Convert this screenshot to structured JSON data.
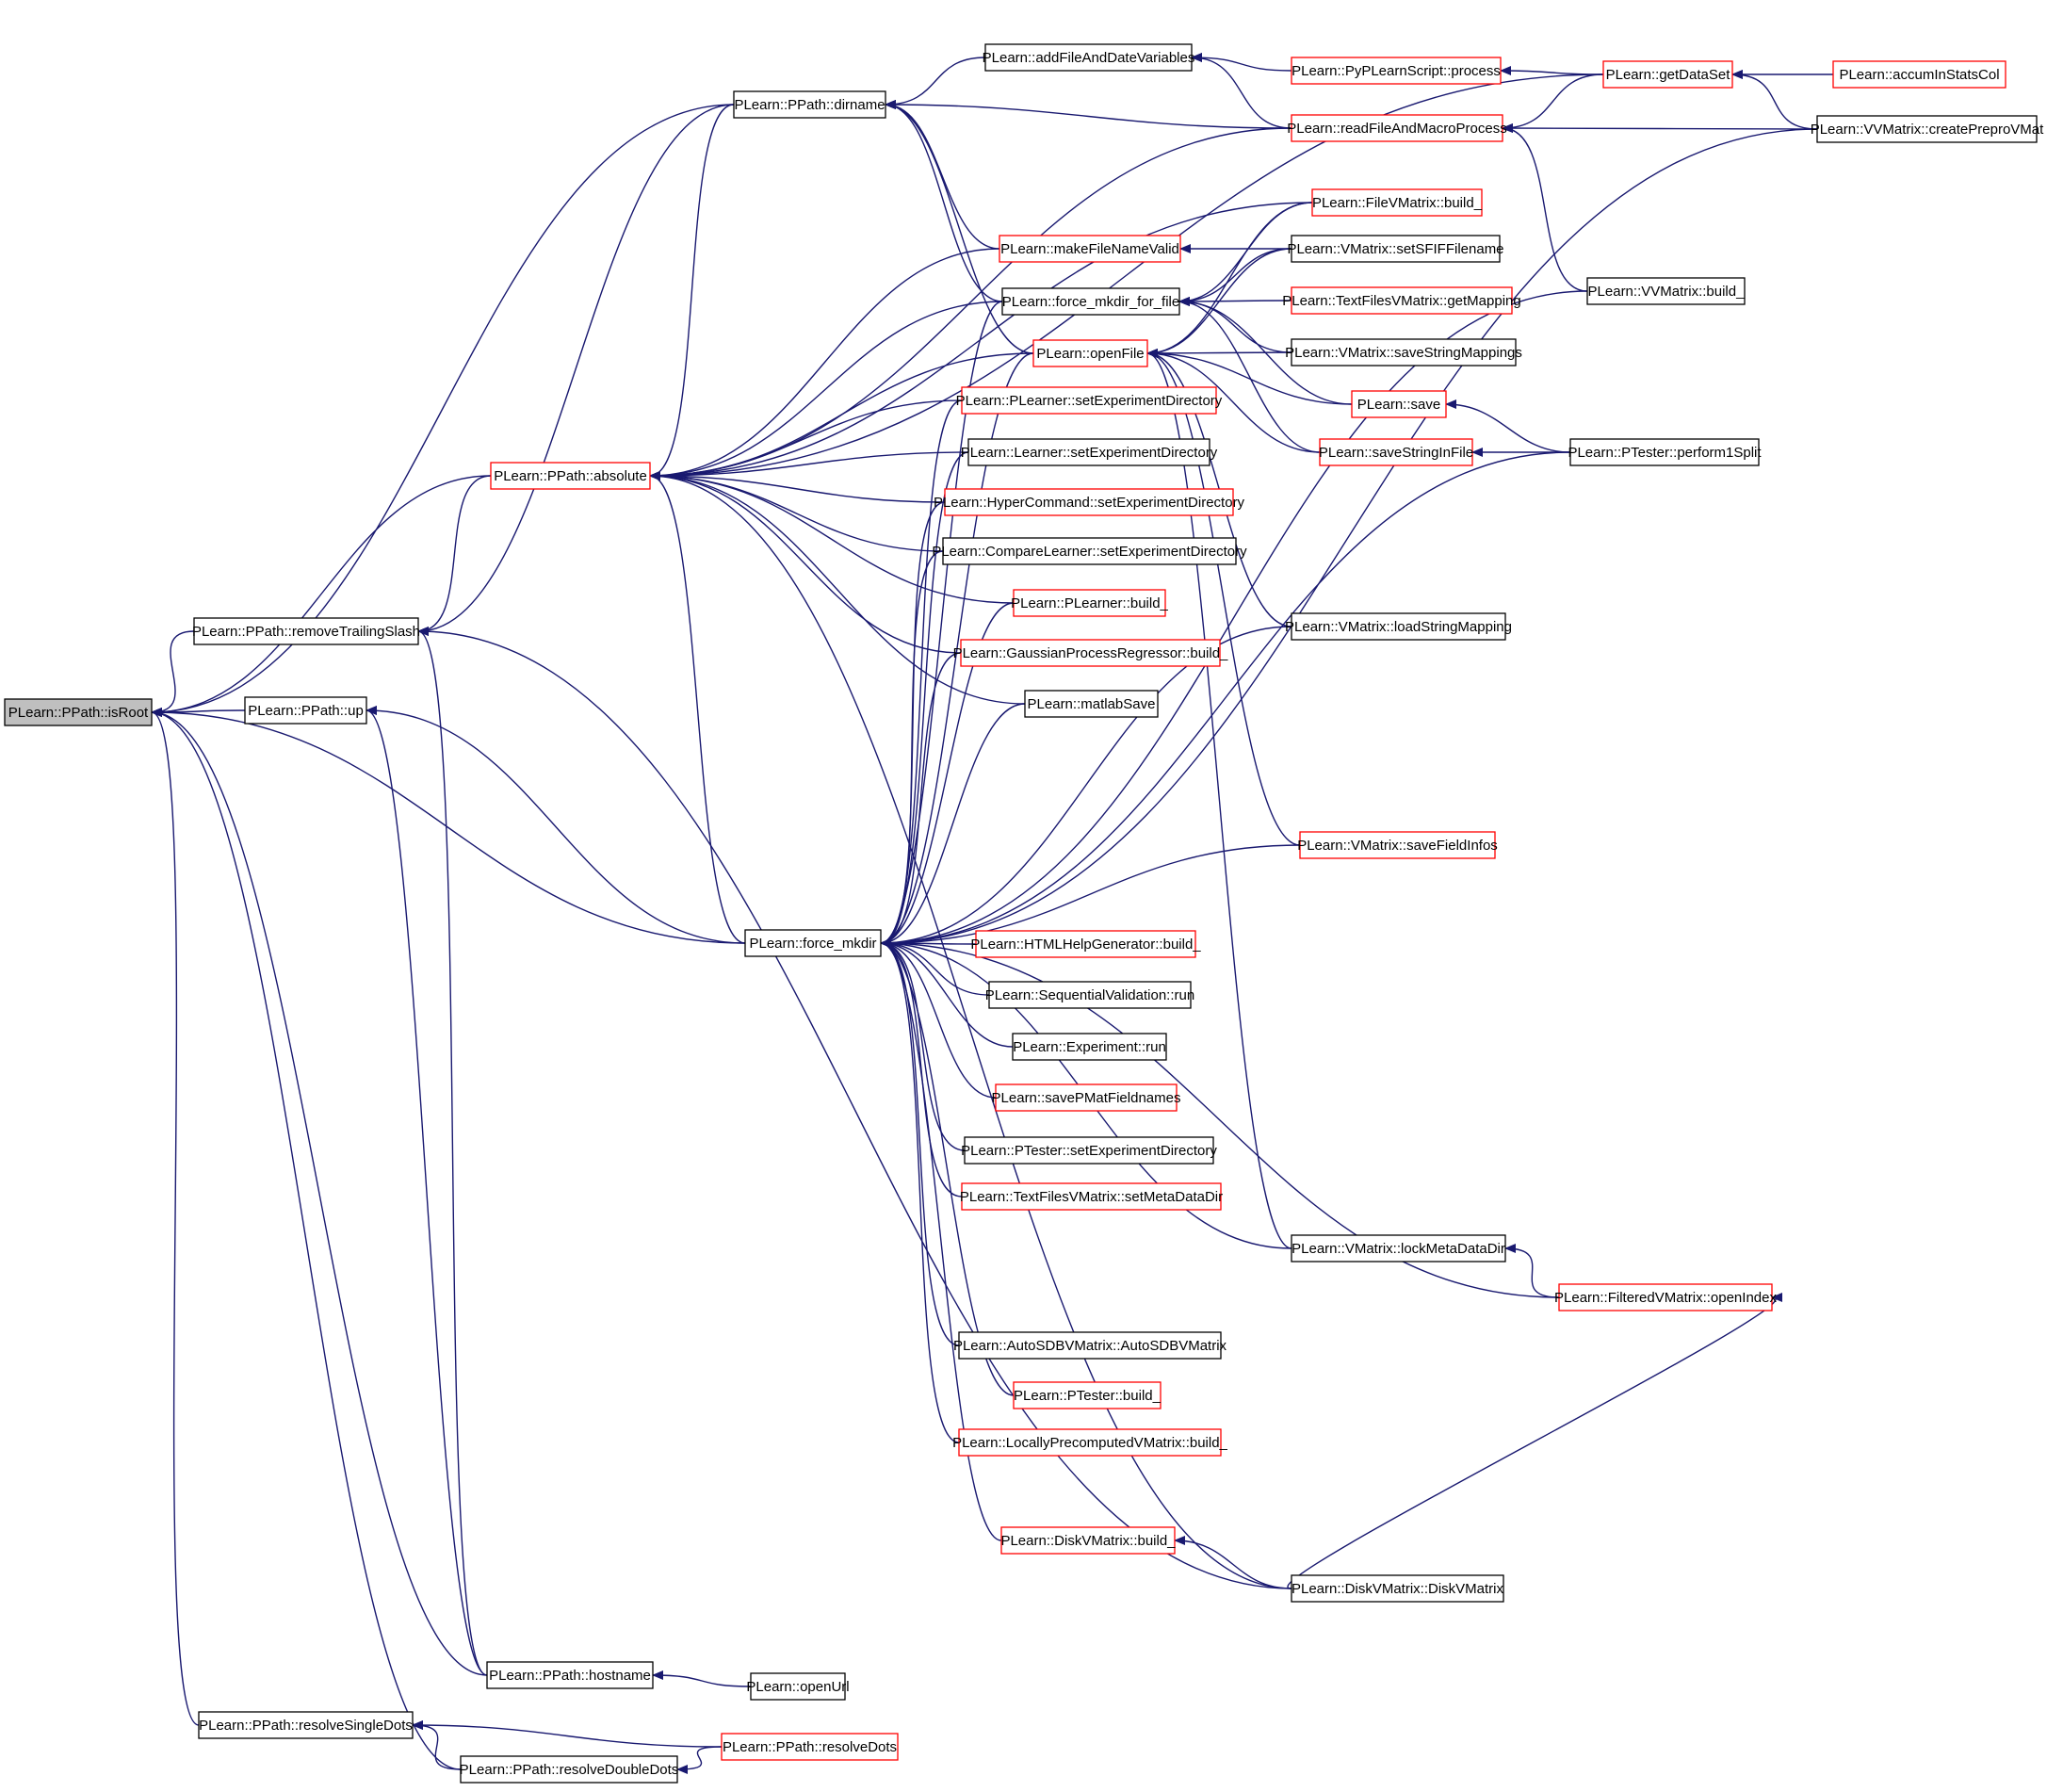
{
  "colors": {
    "edge": "#191970",
    "border_ok": "#000000",
    "border_truncated": "#ff0000",
    "root_fill": "#bfbfbf",
    "fill": "#ffffff"
  },
  "nodes": [
    {
      "id": "isRoot",
      "label": "PLearn::PPath::isRoot",
      "style": "root"
    },
    {
      "id": "removeTrailingSlash",
      "label": "PLearn::PPath::removeTrailingSlash",
      "style": "black"
    },
    {
      "id": "up",
      "label": "PLearn::PPath::up",
      "style": "black"
    },
    {
      "id": "resolveSingleDots",
      "label": "PLearn::PPath::resolveSingleDots",
      "style": "black"
    },
    {
      "id": "resolveDoubleDots",
      "label": "PLearn::PPath::resolveDoubleDots",
      "style": "black"
    },
    {
      "id": "hostname",
      "label": "PLearn::PPath::hostname",
      "style": "black"
    },
    {
      "id": "openUrl",
      "label": "PLearn::openUrl",
      "style": "black"
    },
    {
      "id": "resolveDots",
      "label": "PLearn::PPath::resolveDots",
      "style": "red"
    },
    {
      "id": "absolute",
      "label": "PLearn::PPath::absolute",
      "style": "red"
    },
    {
      "id": "dirname",
      "label": "PLearn::PPath::dirname",
      "style": "black"
    },
    {
      "id": "force_mkdir",
      "label": "PLearn::force_mkdir",
      "style": "black"
    },
    {
      "id": "addFileAndDateVariables",
      "label": "PLearn::addFileAndDateVariables",
      "style": "black"
    },
    {
      "id": "pyProcess",
      "label": "PLearn::PyPLearnScript::process",
      "style": "red"
    },
    {
      "id": "getDataSet",
      "label": "PLearn::getDataSet",
      "style": "red"
    },
    {
      "id": "accumInStatsCol",
      "label": "PLearn::accumInStatsCol",
      "style": "red"
    },
    {
      "id": "readFileAndMacroProcess",
      "label": "PLearn::readFileAndMacroProcess",
      "style": "red"
    },
    {
      "id": "createPreproVMat",
      "label": "PLearn::VVMatrix::createPreproVMat",
      "style": "black"
    },
    {
      "id": "fileVMatrixBuild",
      "label": "PLearn::FileVMatrix::build_",
      "style": "red"
    },
    {
      "id": "makeFileNameValid",
      "label": "PLearn::makeFileNameValid",
      "style": "red"
    },
    {
      "id": "setSFIFFilename",
      "label": "PLearn::VMatrix::setSFIFFilename",
      "style": "black"
    },
    {
      "id": "force_mkdir_for_file",
      "label": "PLearn::force_mkdir_for_file",
      "style": "black"
    },
    {
      "id": "textFilesGetMapping",
      "label": "PLearn::TextFilesVMatrix::getMapping",
      "style": "red"
    },
    {
      "id": "vvmatrixBuild",
      "label": "PLearn::VVMatrix::build_",
      "style": "black"
    },
    {
      "id": "openFile",
      "label": "PLearn::openFile",
      "style": "red"
    },
    {
      "id": "saveStringMappings",
      "label": "PLearn::VMatrix::saveStringMappings",
      "style": "black"
    },
    {
      "id": "save",
      "label": "PLearn::save",
      "style": "red"
    },
    {
      "id": "plearnerSetExpDir",
      "label": "PLearn::PLearner::setExperimentDirectory",
      "style": "red"
    },
    {
      "id": "saveStringInFile",
      "label": "PLearn::saveStringInFile",
      "style": "red"
    },
    {
      "id": "performSplit",
      "label": "PLearn::PTester::perform1Split",
      "style": "black"
    },
    {
      "id": "learnerSetExpDir",
      "label": "PLearn::Learner::setExperimentDirectory",
      "style": "black"
    },
    {
      "id": "hyperSetExpDir",
      "label": "PLearn::HyperCommand::setExperimentDirectory",
      "style": "red"
    },
    {
      "id": "compareSetExpDir",
      "label": "PLearn::CompareLearner::setExperimentDirectory",
      "style": "black"
    },
    {
      "id": "plearnerBuild",
      "label": "PLearn::PLearner::build_",
      "style": "red"
    },
    {
      "id": "loadStringMapping",
      "label": "PLearn::VMatrix::loadStringMapping",
      "style": "black"
    },
    {
      "id": "gprBuild",
      "label": "PLearn::GaussianProcessRegressor::build_",
      "style": "red"
    },
    {
      "id": "matlabSave",
      "label": "PLearn::matlabSave",
      "style": "black"
    },
    {
      "id": "saveFieldInfos",
      "label": "PLearn::VMatrix::saveFieldInfos",
      "style": "red"
    },
    {
      "id": "htmlHelpBuild",
      "label": "PLearn::HTMLHelpGenerator::build_",
      "style": "red"
    },
    {
      "id": "seqValRun",
      "label": "PLearn::SequentialValidation::run",
      "style": "black"
    },
    {
      "id": "experimentRun",
      "label": "PLearn::Experiment::run",
      "style": "black"
    },
    {
      "id": "savePMatFieldnames",
      "label": "PLearn::savePMatFieldnames",
      "style": "red"
    },
    {
      "id": "ptesterSetExpDir",
      "label": "PLearn::PTester::setExperimentDirectory",
      "style": "black"
    },
    {
      "id": "textFilesSetMetaDataDir",
      "label": "PLearn::TextFilesVMatrix::setMetaDataDir",
      "style": "red"
    },
    {
      "id": "lockMetaDataDir",
      "label": "PLearn::VMatrix::lockMetaDataDir",
      "style": "black"
    },
    {
      "id": "filteredOpenIndex",
      "label": "PLearn::FilteredVMatrix::openIndex",
      "style": "red"
    },
    {
      "id": "autoSDB",
      "label": "PLearn::AutoSDBVMatrix::AutoSDBVMatrix",
      "style": "black"
    },
    {
      "id": "ptesterBuild",
      "label": "PLearn::PTester::build_",
      "style": "red"
    },
    {
      "id": "locallyPrecomputedBuild",
      "label": "PLearn::LocallyPrecomputedVMatrix::build_",
      "style": "red"
    },
    {
      "id": "diskVMatrixBuild",
      "label": "PLearn::DiskVMatrix::build_",
      "style": "red"
    },
    {
      "id": "diskVMatrixCtor",
      "label": "PLearn::DiskVMatrix::DiskVMatrix",
      "style": "black"
    }
  ],
  "edges": [
    [
      "isRoot",
      "removeTrailingSlash"
    ],
    [
      "isRoot",
      "up"
    ],
    [
      "isRoot",
      "resolveSingleDots"
    ],
    [
      "isRoot",
      "resolveDoubleDots"
    ],
    [
      "isRoot",
      "hostname"
    ],
    [
      "isRoot",
      "dirname"
    ],
    [
      "isRoot",
      "absolute"
    ],
    [
      "isRoot",
      "force_mkdir"
    ],
    [
      "removeTrailingSlash",
      "absolute"
    ],
    [
      "removeTrailingSlash",
      "dirname"
    ],
    [
      "removeTrailingSlash",
      "hostname"
    ],
    [
      "removeTrailingSlash",
      "diskVMatrixCtor"
    ],
    [
      "up",
      "hostname"
    ],
    [
      "up",
      "force_mkdir"
    ],
    [
      "resolveSingleDots",
      "resolveDots"
    ],
    [
      "resolveSingleDots",
      "resolveDoubleDots"
    ],
    [
      "resolveDoubleDots",
      "resolveDots"
    ],
    [
      "hostname",
      "openUrl"
    ],
    [
      "absolute",
      "dirname"
    ],
    [
      "absolute",
      "getDataSet"
    ],
    [
      "absolute",
      "readFileAndMacroProcess"
    ],
    [
      "absolute",
      "fileVMatrixBuild"
    ],
    [
      "absolute",
      "makeFileNameValid"
    ],
    [
      "absolute",
      "force_mkdir_for_file"
    ],
    [
      "absolute",
      "openFile"
    ],
    [
      "absolute",
      "plearnerSetExpDir"
    ],
    [
      "absolute",
      "learnerSetExpDir"
    ],
    [
      "absolute",
      "hyperSetExpDir"
    ],
    [
      "absolute",
      "compareSetExpDir"
    ],
    [
      "absolute",
      "plearnerBuild"
    ],
    [
      "absolute",
      "gprBuild"
    ],
    [
      "absolute",
      "matlabSave"
    ],
    [
      "absolute",
      "force_mkdir"
    ],
    [
      "absolute",
      "diskVMatrixCtor"
    ],
    [
      "dirname",
      "addFileAndDateVariables"
    ],
    [
      "dirname",
      "readFileAndMacroProcess"
    ],
    [
      "dirname",
      "makeFileNameValid"
    ],
    [
      "dirname",
      "force_mkdir_for_file"
    ],
    [
      "dirname",
      "openFile"
    ],
    [
      "addFileAndDateVariables",
      "pyProcess"
    ],
    [
      "addFileAndDateVariables",
      "readFileAndMacroProcess"
    ],
    [
      "pyProcess",
      "getDataSet"
    ],
    [
      "readFileAndMacroProcess",
      "getDataSet"
    ],
    [
      "readFileAndMacroProcess",
      "createPreproVMat"
    ],
    [
      "readFileAndMacroProcess",
      "vvmatrixBuild"
    ],
    [
      "getDataSet",
      "accumInStatsCol"
    ],
    [
      "getDataSet",
      "createPreproVMat"
    ],
    [
      "makeFileNameValid",
      "setSFIFFilename"
    ],
    [
      "force_mkdir_for_file",
      "fileVMatrixBuild"
    ],
    [
      "force_mkdir_for_file",
      "setSFIFFilename"
    ],
    [
      "force_mkdir_for_file",
      "textFilesGetMapping"
    ],
    [
      "force_mkdir_for_file",
      "saveStringMappings"
    ],
    [
      "force_mkdir_for_file",
      "save"
    ],
    [
      "force_mkdir_for_file",
      "saveStringInFile"
    ],
    [
      "openFile",
      "fileVMatrixBuild"
    ],
    [
      "openFile",
      "setSFIFFilename"
    ],
    [
      "openFile",
      "saveStringMappings"
    ],
    [
      "openFile",
      "save"
    ],
    [
      "openFile",
      "saveStringInFile"
    ],
    [
      "openFile",
      "loadStringMapping"
    ],
    [
      "openFile",
      "saveFieldInfos"
    ],
    [
      "openFile",
      "lockMetaDataDir"
    ],
    [
      "save",
      "performSplit"
    ],
    [
      "saveStringInFile",
      "performSplit"
    ],
    [
      "force_mkdir",
      "force_mkdir_for_file"
    ],
    [
      "force_mkdir",
      "openFile"
    ],
    [
      "force_mkdir",
      "plearnerSetExpDir"
    ],
    [
      "force_mkdir",
      "learnerSetExpDir"
    ],
    [
      "force_mkdir",
      "hyperSetExpDir"
    ],
    [
      "force_mkdir",
      "compareSetExpDir"
    ],
    [
      "force_mkdir",
      "plearnerBuild"
    ],
    [
      "force_mkdir",
      "gprBuild"
    ],
    [
      "force_mkdir",
      "matlabSave"
    ],
    [
      "force_mkdir",
      "loadStringMapping"
    ],
    [
      "force_mkdir",
      "vvmatrixBuild"
    ],
    [
      "force_mkdir",
      "saveFieldInfos"
    ],
    [
      "force_mkdir",
      "performSplit"
    ],
    [
      "force_mkdir",
      "htmlHelpBuild"
    ],
    [
      "force_mkdir",
      "seqValRun"
    ],
    [
      "force_mkdir",
      "experimentRun"
    ],
    [
      "force_mkdir",
      "savePMatFieldnames"
    ],
    [
      "force_mkdir",
      "ptesterSetExpDir"
    ],
    [
      "force_mkdir",
      "textFilesSetMetaDataDir"
    ],
    [
      "force_mkdir",
      "lockMetaDataDir"
    ],
    [
      "force_mkdir",
      "filteredOpenIndex"
    ],
    [
      "force_mkdir",
      "autoSDB"
    ],
    [
      "force_mkdir",
      "ptesterBuild"
    ],
    [
      "force_mkdir",
      "locallyPrecomputedBuild"
    ],
    [
      "force_mkdir",
      "createPreproVMat"
    ],
    [
      "force_mkdir",
      "diskVMatrixBuild"
    ],
    [
      "lockMetaDataDir",
      "filteredOpenIndex"
    ],
    [
      "diskVMatrixBuild",
      "diskVMatrixCtor"
    ],
    [
      "filteredOpenIndex",
      "diskVMatrixCtor"
    ]
  ]
}
